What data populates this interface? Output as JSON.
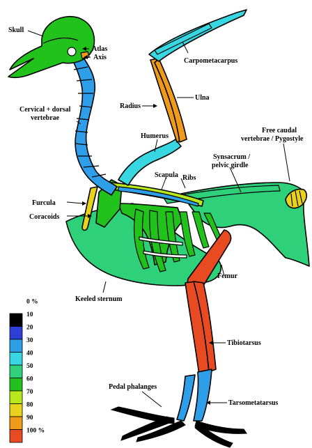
{
  "labels": {
    "skull": "Skull",
    "atlas": "Atlas",
    "axis": "Axis",
    "carpometacarpus": "Carpometacarpus",
    "ulna": "Ulna",
    "radius": "Radius",
    "cervical_1": "Cervical + dorsal",
    "cervical_2": "vertebrae",
    "humerus": "Humerus",
    "caudal_1": "Free caudal",
    "caudal_2": "vertebrae / Pygostyle",
    "synsacrum_1": "Synsacrum /",
    "synsacrum_2": "pelvic girdle",
    "scapula": "Scapula",
    "ribs": "Ribs",
    "furcula": "Furcula",
    "coracoids": "Coracoids",
    "femur": "Femur",
    "keeled_sternum": "Keeled sternum",
    "tibiotarsus": "Tibiotarsus",
    "pedal_phalanges": "Pedal phalanges",
    "tarsometatarsus": "Tarsometatarsus"
  },
  "legend": {
    "items": [
      {
        "label": "0 %",
        "color": "#ffffff"
      },
      {
        "label": "10",
        "color": "#000000"
      },
      {
        "label": "20",
        "color": "#2e3fd6"
      },
      {
        "label": "30",
        "color": "#2f9ee8"
      },
      {
        "label": "40",
        "color": "#37d6e0"
      },
      {
        "label": "50",
        "color": "#2fd07a"
      },
      {
        "label": "60",
        "color": "#22c21c"
      },
      {
        "label": "70",
        "color": "#b8e81c"
      },
      {
        "label": "80",
        "color": "#e8d21c"
      },
      {
        "label": "90",
        "color": "#f09a1c"
      },
      {
        "label": "100 %",
        "color": "#e84a22"
      }
    ]
  },
  "colors": {
    "skull": "#22c21c",
    "neck": "#2f9ee8",
    "humerus": "#37d6e0",
    "radius_ulna": "#f09a1c",
    "carpometacarpus": "#37d6e0",
    "sternum": "#2fd07a",
    "ribs": "#22c21c",
    "furcula": "#e8d21c",
    "pygostyle": "#e8d21c",
    "femur": "#e84a22",
    "tibiotarsus": "#e84a22",
    "tarsometatarsus": "#2f9ee8",
    "phalanges": "#000000"
  }
}
